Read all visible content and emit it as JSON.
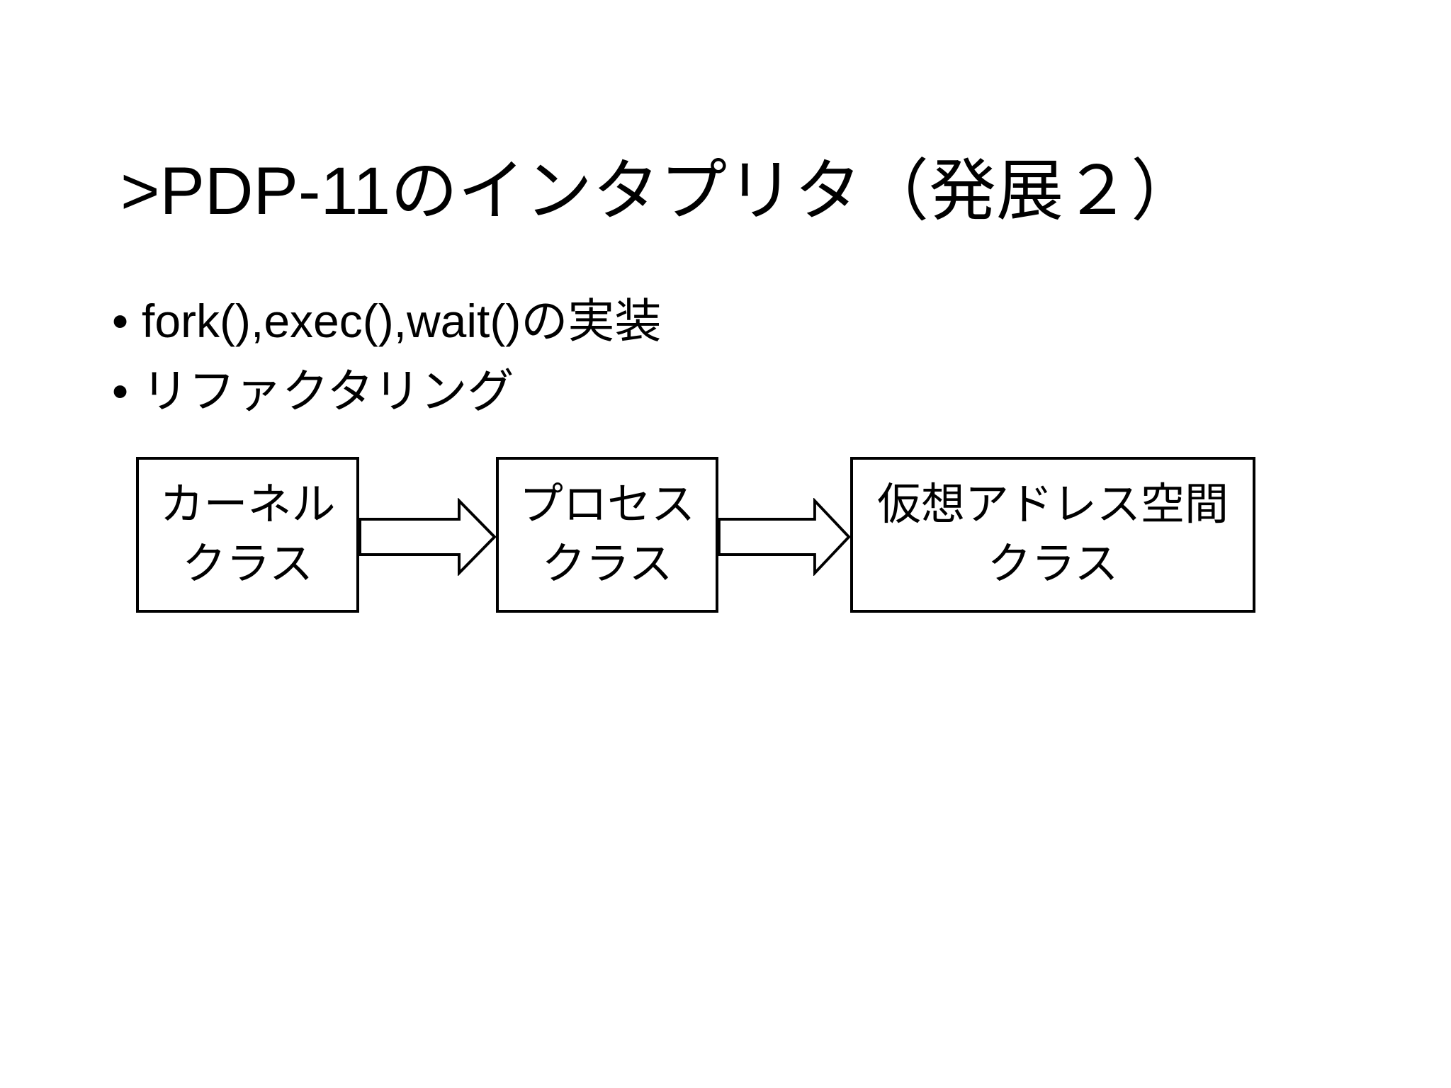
{
  "slide": {
    "title": ">PDP-11のインタプリタ（発展２）",
    "bullets": {
      "marker": "•",
      "items": [
        "fork(),exec(),wait()の実装",
        "リファクタリング"
      ]
    },
    "diagram": {
      "type": "flow",
      "direction": "left-to-right",
      "nodes": [
        {
          "id": "kernel-class",
          "line1": "カーネル",
          "line2": "クラス"
        },
        {
          "id": "process-class",
          "line1": "プロセス",
          "line2": "クラス"
        },
        {
          "id": "virtual-address-space-class",
          "line1": "仮想アドレス空間",
          "line2": "クラス"
        }
      ],
      "edges": [
        {
          "from": "kernel-class",
          "to": "process-class"
        },
        {
          "from": "process-class",
          "to": "virtual-address-space-class"
        }
      ]
    },
    "colors": {
      "background": "#ffffff",
      "text": "#000000",
      "node_border": "#000000",
      "node_fill": "#ffffff",
      "arrow_outline": "#000000",
      "arrow_fill": "#ffffff"
    }
  }
}
